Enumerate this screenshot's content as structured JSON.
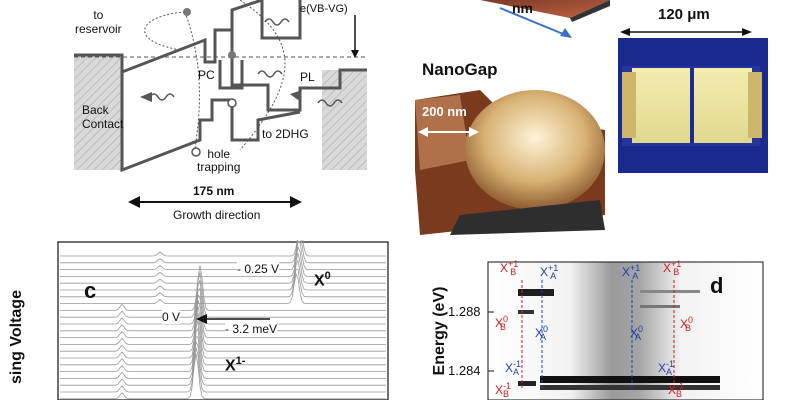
{
  "panel_a": {
    "labels": {
      "to_reservoir": "to\nreservoir",
      "voltage": "e(VB-VG)",
      "pc": "PC",
      "pl": "PL",
      "back_contact": "Back\nContact",
      "to_2dhg": "to 2DHG",
      "hole_trapping": "hole\ntrapping",
      "distance": "175 nm",
      "direction": "Growth direction"
    }
  },
  "panel_b": {
    "nm_label": "nm",
    "size_label": "120 μm",
    "nanogap_title": "NanoGap",
    "scale_label": "200 nm"
  },
  "panel_c": {
    "panel_letter": "c",
    "ylabel": "sing Voltage",
    "annotations": {
      "v1": "- 0.25 V",
      "x0": "X",
      "x0_sup": "0",
      "v0": "0 V",
      "shift": "- 3.2 meV",
      "xm": "X",
      "xm_sup": "1-"
    }
  },
  "panel_d": {
    "panel_letter": "d",
    "ylabel": "Energy (eV)",
    "ticks": [
      "1.288",
      "1.284"
    ],
    "colors": {
      "red": "#cc1f1f",
      "blue": "#1f3fb0"
    },
    "labels": [
      {
        "base": "X",
        "sup": "+1",
        "sub": "B",
        "color": "red"
      },
      {
        "base": "X",
        "sup": "+1",
        "sub": "A",
        "color": "blue"
      },
      {
        "base": "X",
        "sup": "+1",
        "sub": "A",
        "color": "blue"
      },
      {
        "base": "X",
        "sup": "+1",
        "sub": "B",
        "color": "red"
      },
      {
        "base": "X",
        "sup": "0",
        "sub": "B",
        "color": "red"
      },
      {
        "base": "X",
        "sup": "0",
        "sub": "B",
        "color": "red"
      },
      {
        "base": "X",
        "sup": "0",
        "sub": "A",
        "color": "blue"
      },
      {
        "base": "X",
        "sup": "0",
        "sub": "A",
        "color": "blue"
      },
      {
        "base": "X",
        "sup": "-1",
        "sub": "A",
        "color": "blue"
      },
      {
        "base": "X",
        "sup": "-1",
        "sub": "A",
        "color": "blue"
      },
      {
        "base": "X",
        "sup": "-1",
        "sub": "B",
        "color": "red"
      },
      {
        "base": "X",
        "sup": "-1",
        "sub": "B",
        "color": "red"
      }
    ]
  }
}
